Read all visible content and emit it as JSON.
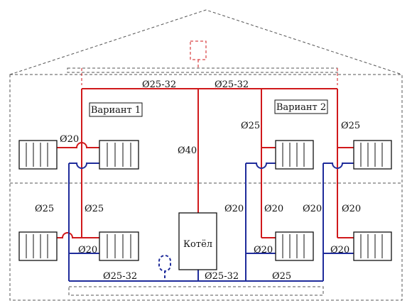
{
  "title": "",
  "variant1": "Вариант 1",
  "variant2": "Вариант 2",
  "boiler": "Котёл",
  "pipe_labels": {
    "top_left": "Ø25-32",
    "top_right": "Ø25-32",
    "riser": "Ø40",
    "v1_rad_top": "Ø20",
    "v1_left_vert": "Ø25",
    "v1_mid_vert": "Ø25",
    "v1_rad_bottom": "Ø20",
    "bottom_left": "Ø25-32",
    "bottom_center": "Ø25-32",
    "bottom_right": "Ø25",
    "v2a_top": "Ø25",
    "v2a_left_vert": "Ø20",
    "v2a_mid_vert": "Ø20",
    "v2a_bottom": "Ø20",
    "v2b_top": "Ø25",
    "v2b_left_vert": "Ø20",
    "v2b_mid_vert": "Ø20",
    "v2b_bottom": "Ø20"
  },
  "colors": {
    "supply": "#d0191b",
    "return": "#1f2c9b",
    "outline": "#555555"
  }
}
